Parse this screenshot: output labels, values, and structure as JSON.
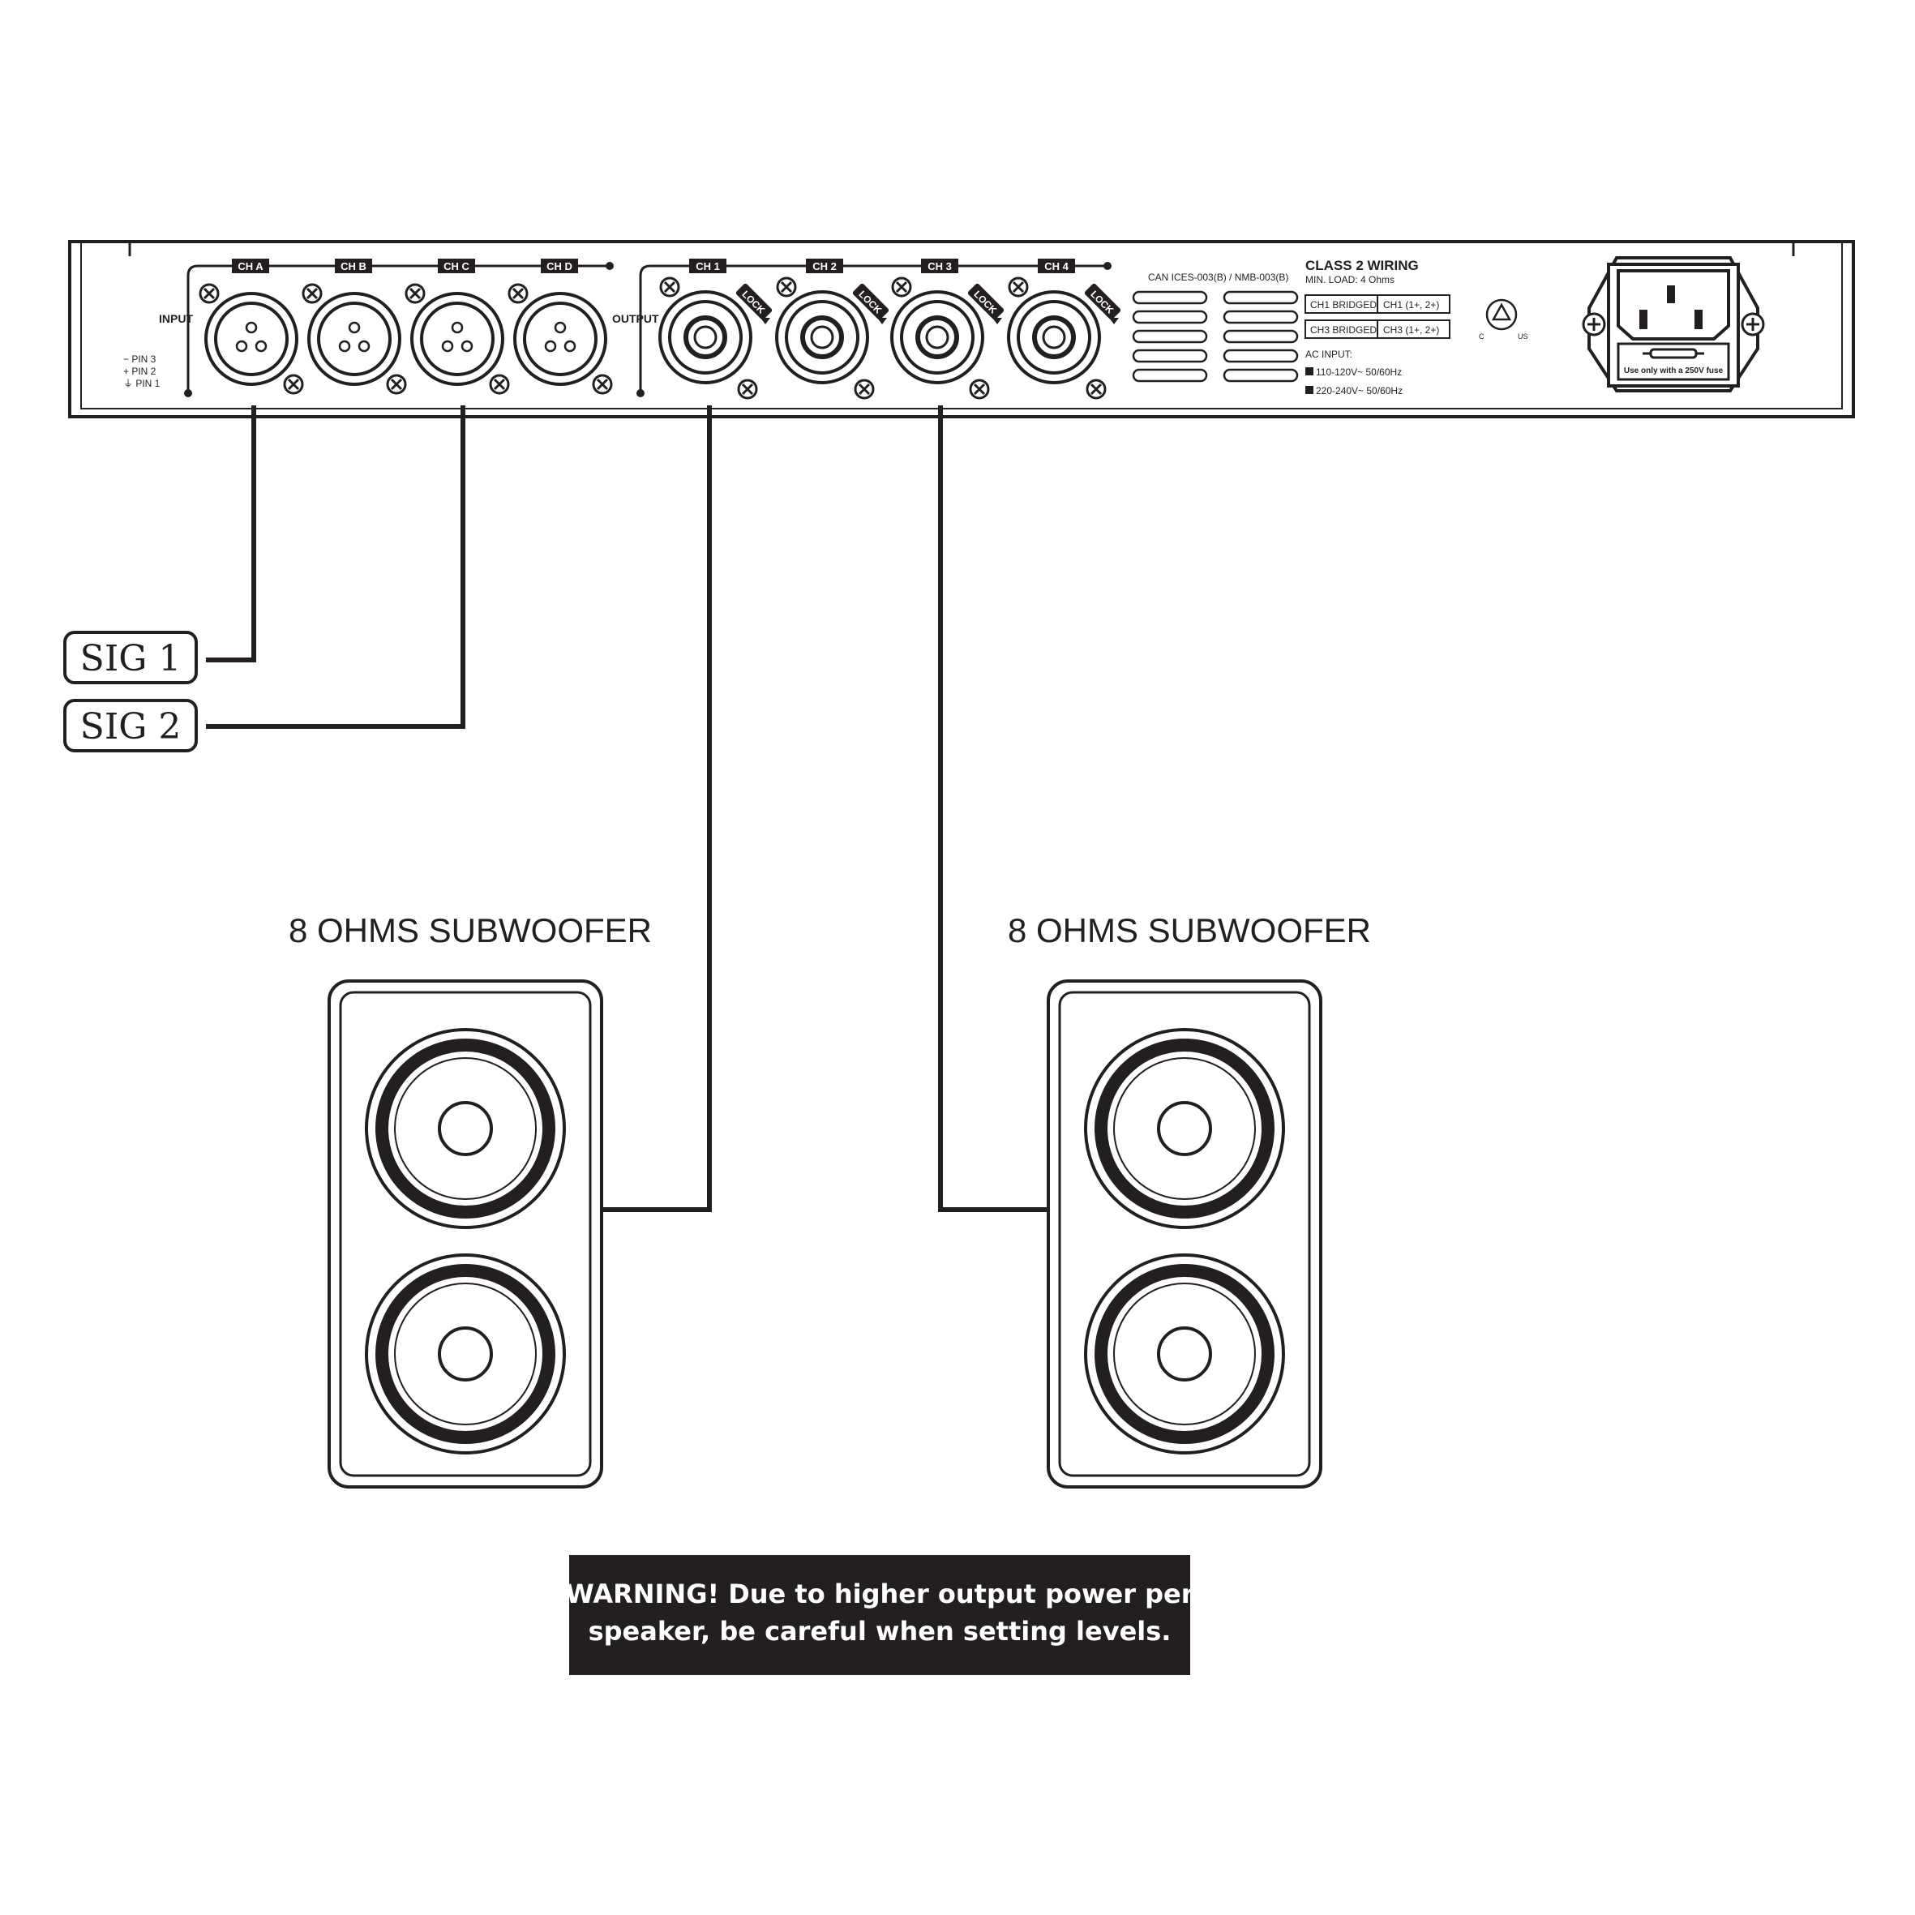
{
  "amp": {
    "input_label": "INPUT",
    "output_label": "OUTPUT",
    "input_channels": [
      "CH A",
      "CH B",
      "CH C",
      "CH D"
    ],
    "output_channels": [
      "CH 1",
      "CH 2",
      "CH 3",
      "CH 4"
    ],
    "lock_label": "LOCK",
    "pins": [
      "− PIN 3",
      "+ PIN 2",
      "⏚ PIN 1"
    ],
    "compliance": "CAN ICES-003(B) / NMB-003(B)",
    "class2_title": "CLASS 2 WIRING",
    "min_load": "MIN. LOAD: 4 Ohms",
    "bridge_table": [
      [
        "CH1 BRIDGED",
        "CH1 (1+, 2+)"
      ],
      [
        "CH3 BRIDGED",
        "CH3 (1+, 2+)"
      ]
    ],
    "ac_input_title": "AC INPUT:",
    "ac_options": [
      "110-120V~ 50/60Hz",
      "220-240V~ 50/60Hz"
    ],
    "fuse_note": "Use only with a 250V fuse",
    "cert_left": "C",
    "cert_right": "US"
  },
  "signals": [
    "SIG 1",
    "SIG 2"
  ],
  "speakers": [
    "8 OHMS SUBWOOFER",
    "8 OHMS SUBWOOFER"
  ],
  "warning": {
    "line1": "WARNING! Due to higher output power per",
    "line2": "speaker, be careful when setting levels."
  }
}
